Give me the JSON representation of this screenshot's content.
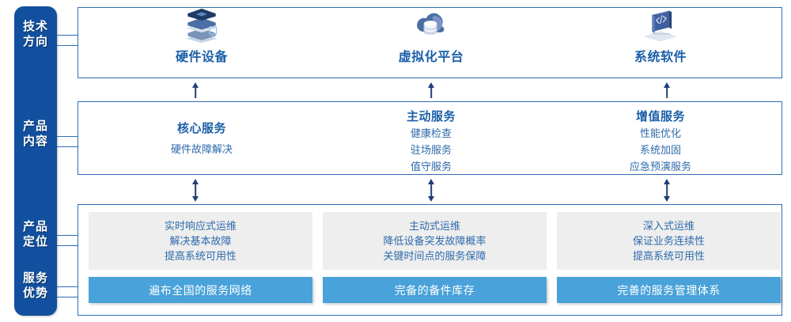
{
  "rail": {
    "labels": [
      {
        "id": "tech-direction",
        "text": "技术\n方向"
      },
      {
        "id": "product-content",
        "text": "产品\n内容"
      },
      {
        "id": "product-position",
        "text": "产品\n定位"
      },
      {
        "id": "service-advantage",
        "text": "服务\n优势"
      }
    ]
  },
  "tech_section": {
    "columns": [
      {
        "icon": "server-stack-icon",
        "label": "硬件设备"
      },
      {
        "icon": "cloud-database-icon",
        "label": "虚拟化平台"
      },
      {
        "icon": "laptop-code-icon",
        "label": "系统软件"
      }
    ]
  },
  "content_section": {
    "columns": [
      {
        "title": "核心服务",
        "items": [
          "硬件故障解决"
        ]
      },
      {
        "title": "主动服务",
        "items": [
          "健康检查",
          "驻场服务",
          "值守服务"
        ]
      },
      {
        "title": "增值服务",
        "items": [
          "性能优化",
          "系统加固",
          "应急预演服务"
        ]
      }
    ]
  },
  "bottom_section": {
    "cards": [
      {
        "lines": [
          "实时响应式运维",
          "解决基本故障",
          "提高系统可用性"
        ],
        "bar": "遍布全国的服务网络"
      },
      {
        "lines": [
          "主动式运维",
          "降低设备突发故障概率",
          "关键时间点的服务保障"
        ],
        "bar": "完备的备件库存"
      },
      {
        "lines": [
          "深入式运维",
          "保证业务连续性",
          "提高系统可用性"
        ],
        "bar": "完善的服务管理体系"
      }
    ]
  },
  "colors": {
    "rail_blue": "#11509e",
    "border_blue": "#2f6db5",
    "title_blue": "#1b5fa8",
    "text_blue": "#2e6bab",
    "bar_blue": "#49a2d9",
    "card_grey": "#eeeeee",
    "arrow_navy": "#1f3f7a"
  }
}
